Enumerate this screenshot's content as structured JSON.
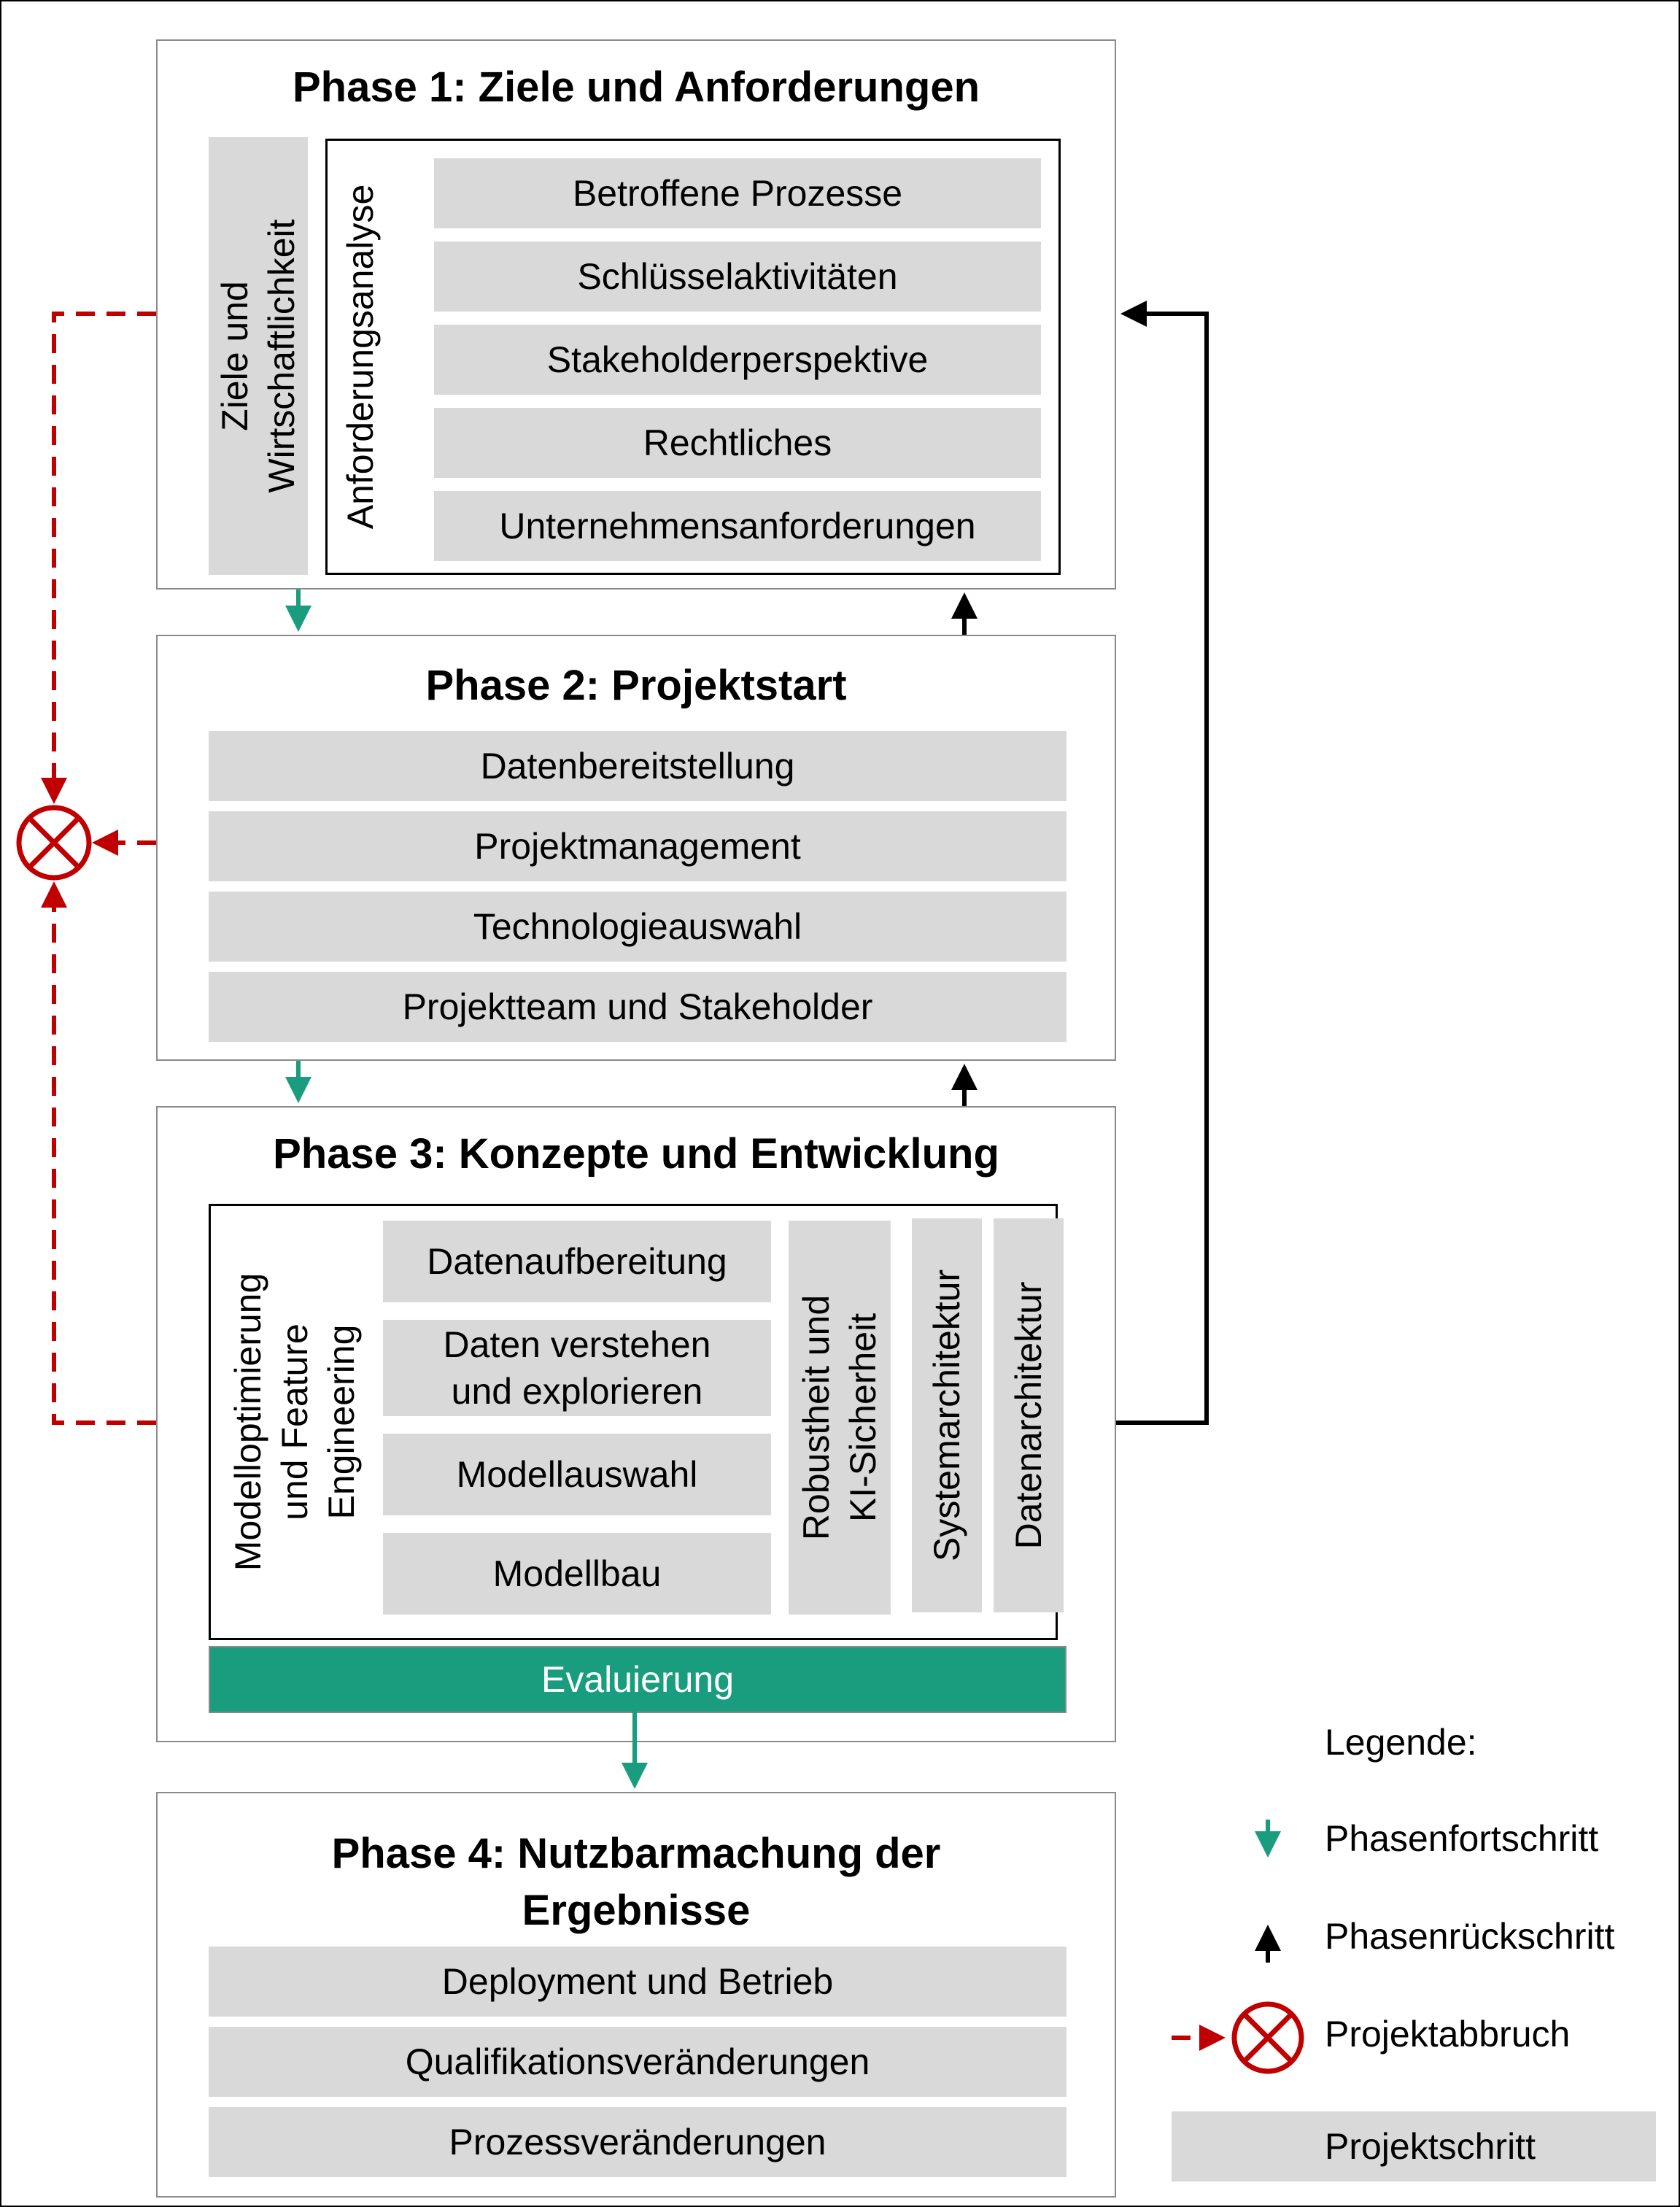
{
  "phase1": {
    "title": "Phase 1: Ziele und Anforderungen",
    "side": "Ziele und\nWirtschaftlichkeit",
    "group": "Anforderungsanalyse",
    "items": [
      "Betroffene Prozesse",
      "Schlüsselaktivitäten",
      "Stakeholderperspektive",
      "Rechtliches",
      "Unternehmensanforderungen"
    ]
  },
  "phase2": {
    "title": "Phase 2: Projektstart",
    "items": [
      "Datenbereitstellung",
      "Projektmanagement",
      "Technologieauswahl",
      "Projektteam und Stakeholder"
    ]
  },
  "phase3": {
    "title": "Phase 3: Konzepte und Entwicklung",
    "group": "Modelloptimierung\nund Feature\nEngineering",
    "items": [
      "Datenaufbereitung",
      "Daten verstehen\nund explorieren",
      "Modellauswahl",
      "Modellbau"
    ],
    "robust": "Robustheit und\nKI-Sicherheit",
    "system": "Systemarchitektur",
    "data": "Datenarchitektur",
    "evaluation": "Evaluierung"
  },
  "phase4": {
    "title": "Phase 4: Nutzbarmachung der\nErgebnisse",
    "items": [
      "Deployment und Betrieb",
      "Qualifikationsveränderungen",
      "Prozessveränderungen"
    ]
  },
  "legend": {
    "title": "Legende:",
    "forward": "Phasenfortschritt",
    "backward": "Phasenrückschritt",
    "abort": "Projektabbruch",
    "step": "Projektschritt"
  },
  "colors": {
    "forward": "#1a9c7e",
    "backward": "#000000",
    "abort": "#c00000",
    "step": "#d9d9d9"
  }
}
